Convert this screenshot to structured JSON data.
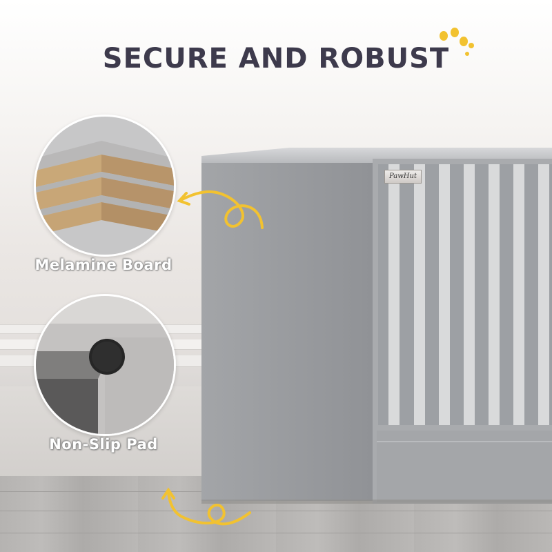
{
  "headline": "SECURE AND ROBUST",
  "features": [
    {
      "label": "Melamine Board",
      "icon": "melamine-board-closeup"
    },
    {
      "label": "Non-Slip Pad",
      "icon": "non-slip-pad-closeup"
    }
  ],
  "brand_tag": "PawHut",
  "colors": {
    "title": "#3d3a4c",
    "accent": "#f2c230",
    "cabinet": "#9ea0a3",
    "stripe_light": "#d9dadb"
  }
}
